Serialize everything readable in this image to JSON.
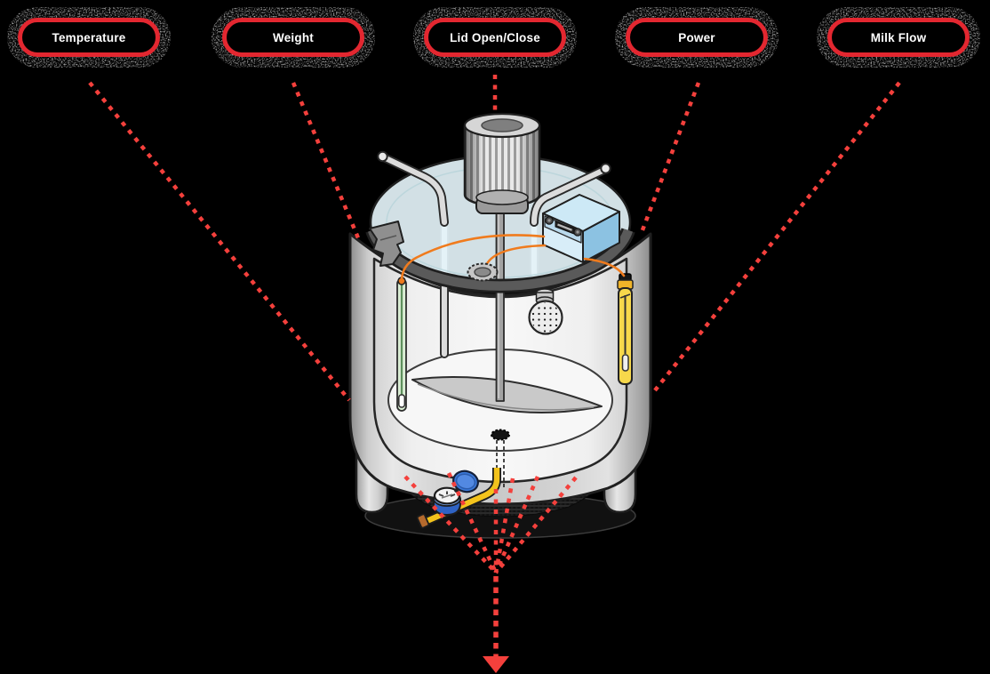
{
  "labels": [
    {
      "id": "temperature",
      "text": "Temperature"
    },
    {
      "id": "weight",
      "text": "Weight"
    },
    {
      "id": "lid-open-close",
      "text": "Lid Open/Close"
    },
    {
      "id": "power",
      "text": "Power"
    },
    {
      "id": "milk-flow",
      "text": "Milk Flow"
    }
  ],
  "colors": {
    "background": "#000000",
    "label_border": "#e32730",
    "label_text": "#ffffff",
    "connector": "#f4403c"
  }
}
